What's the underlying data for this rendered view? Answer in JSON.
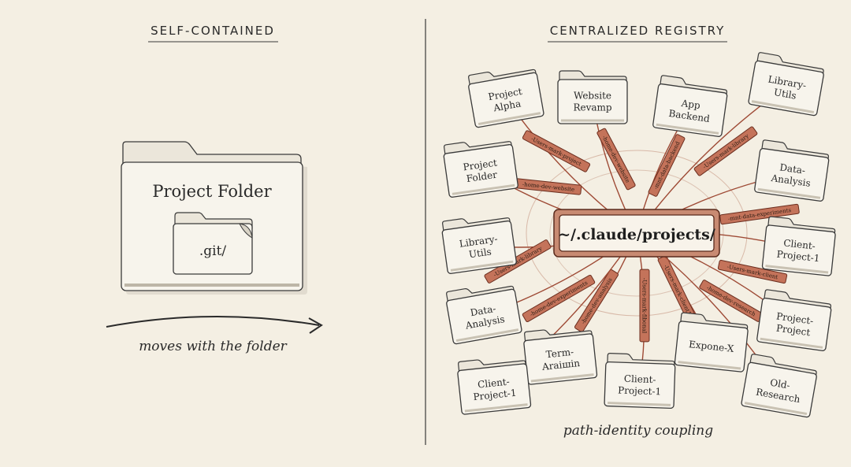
{
  "left_panel": {
    "heading": "SELF-CONTAINED",
    "folder_label": "Project Folder",
    "inner_folder_label": ".git/",
    "caption": "moves with the folder"
  },
  "right_panel": {
    "heading": "CENTRALIZED REGISTRY",
    "hub_label": "~/.claude/projects/",
    "caption": "path-identity coupling",
    "folders": [
      {
        "name": "folder-project-alpha",
        "lines": [
          "Project",
          "Alpha"
        ],
        "path": "-Users-mark-project"
      },
      {
        "name": "folder-website-revamp",
        "lines": [
          "Website",
          "Revamp"
        ],
        "path": "-home-dev-website"
      },
      {
        "name": "folder-app-backend",
        "lines": [
          "App",
          "Backend"
        ],
        "path": "-mnt-data-backend"
      },
      {
        "name": "folder-library-utils-top",
        "lines": [
          "Library-",
          "Utils"
        ],
        "path": "-Users-mark-library"
      },
      {
        "name": "folder-project-folder",
        "lines": [
          "Project",
          "Folder"
        ],
        "path": "-home-dev-website"
      },
      {
        "name": "folder-data-analysis-right",
        "lines": [
          "Data-",
          "Analysis"
        ],
        "path": "-mnt-data-experiments"
      },
      {
        "name": "folder-library-utils-left",
        "lines": [
          "Library-",
          "Utils"
        ],
        "path": "-Users-mark-library"
      },
      {
        "name": "folder-client-project-1-right",
        "lines": [
          "Client-",
          "Project-1"
        ],
        "path": "-Users-mark-client"
      },
      {
        "name": "folder-data-analysis-left",
        "lines": [
          "Data-",
          "Analysis"
        ],
        "path": "-home-dev-experiments"
      },
      {
        "name": "folder-project-project",
        "lines": [
          "Project-",
          "Project"
        ],
        "path": "-home-dev-research"
      },
      {
        "name": "folder-term-araithin",
        "lines": [
          "Term-",
          "Araiшin"
        ],
        "path": "-home-dev-analysis"
      },
      {
        "name": "folder-client-project-1-bottom",
        "lines": [
          "Client-",
          "Project-1"
        ],
        "path": "-Users-mark-fibonal"
      },
      {
        "name": "folder-expone-x",
        "lines": [
          "Expone-X"
        ],
        "path": "-Users-mark-client1"
      },
      {
        "name": "folder-client-project-1-left",
        "lines": [
          "Client-",
          "Project-1"
        ],
        "path": ""
      },
      {
        "name": "folder-old-research",
        "lines": [
          "Old-",
          "Research"
        ],
        "path": ""
      }
    ]
  }
}
